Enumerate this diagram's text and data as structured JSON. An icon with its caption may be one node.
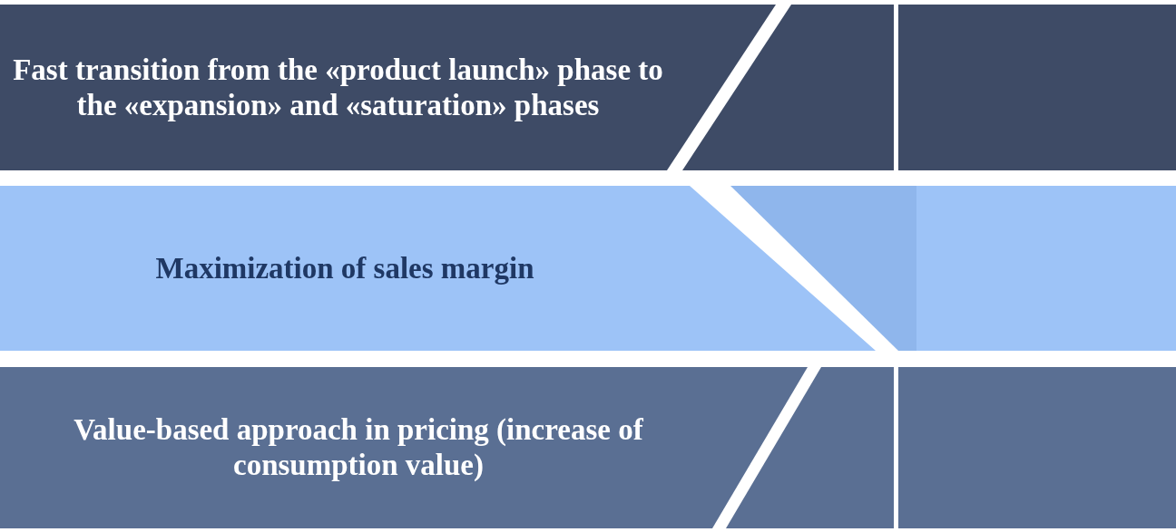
{
  "diagram": {
    "nodes": [
      {
        "text": [
          "Fast transition from the «product launch» phase to the «expansion» and «saturation» phases"
        ]
      },
      {
        "text": [
          "Maximization of sales margin"
        ]
      },
      {
        "text": [
          "Value-based approach in pricing (increase of consumption value)"
        ]
      }
    ]
  }
}
